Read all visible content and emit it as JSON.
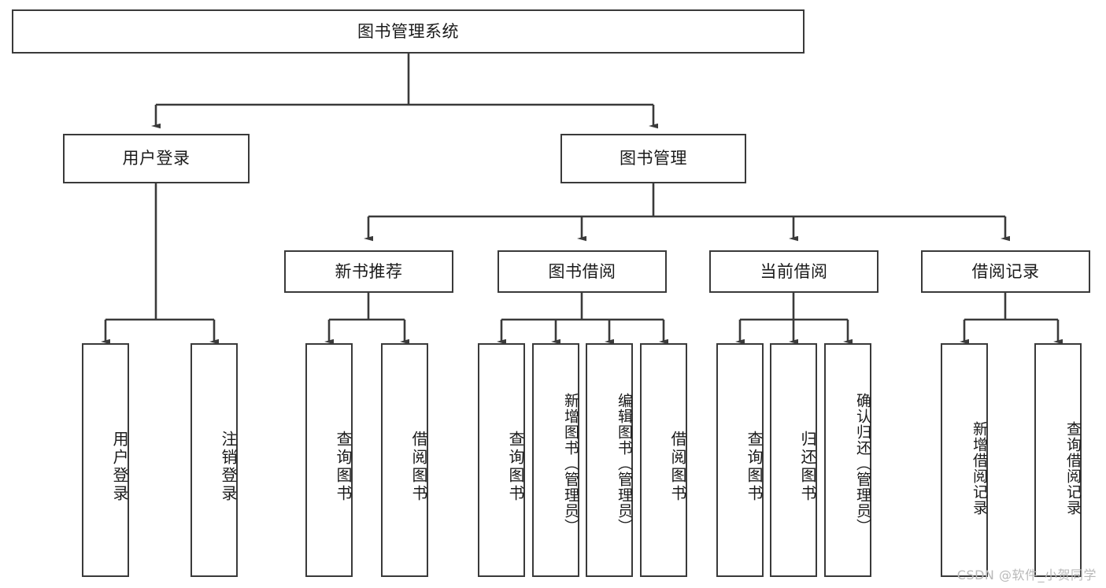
{
  "diagram": {
    "title": "图书管理系统",
    "type": "tree",
    "watermark": "CSDN @软件_小贺同学",
    "colors": {
      "box_border": "#3a3a3a",
      "box_fill": "#ffffff",
      "text": "#1a1a1a",
      "connector": "#3a3a3a",
      "watermark": "#b9b9b9",
      "background": "#ffffff"
    },
    "nodes": {
      "root": {
        "label": "图书管理系统"
      },
      "level2": [
        {
          "id": "user-login",
          "label": "用户登录"
        },
        {
          "id": "book-management",
          "label": "图书管理"
        }
      ],
      "level3": [
        {
          "id": "new-book-recommend",
          "label": "新书推荐",
          "parent": "book-management"
        },
        {
          "id": "book-borrow",
          "label": "图书借阅",
          "parent": "book-management"
        },
        {
          "id": "current-borrow",
          "label": "当前借阅",
          "parent": "book-management"
        },
        {
          "id": "borrow-record",
          "label": "借阅记录",
          "parent": "book-management"
        }
      ],
      "leaves": [
        {
          "id": "leaf-user-login",
          "label": "用户登录",
          "parent": "user-login"
        },
        {
          "id": "leaf-logout",
          "label": "注销登录",
          "parent": "user-login"
        },
        {
          "id": "leaf-query-book-1",
          "label": "查询图书",
          "parent": "new-book-recommend"
        },
        {
          "id": "leaf-borrow-book-1",
          "label": "借阅图书",
          "parent": "new-book-recommend"
        },
        {
          "id": "leaf-query-book-2",
          "label": "查询图书",
          "parent": "book-borrow"
        },
        {
          "id": "leaf-add-book",
          "label": "新增图书（管理员）",
          "parent": "book-borrow"
        },
        {
          "id": "leaf-edit-book",
          "label": "编辑图书（管理员）",
          "parent": "book-borrow"
        },
        {
          "id": "leaf-borrow-book-2",
          "label": "借阅图书",
          "parent": "book-borrow"
        },
        {
          "id": "leaf-query-book-3",
          "label": "查询图书",
          "parent": "current-borrow"
        },
        {
          "id": "leaf-return-book",
          "label": "归还图书",
          "parent": "current-borrow"
        },
        {
          "id": "leaf-confirm-return",
          "label": "确认归还（管理员）",
          "parent": "current-borrow"
        },
        {
          "id": "leaf-add-record",
          "label": "新增借阅记录",
          "parent": "borrow-record"
        },
        {
          "id": "leaf-query-record",
          "label": "查询借阅记录",
          "parent": "borrow-record"
        }
      ]
    }
  }
}
